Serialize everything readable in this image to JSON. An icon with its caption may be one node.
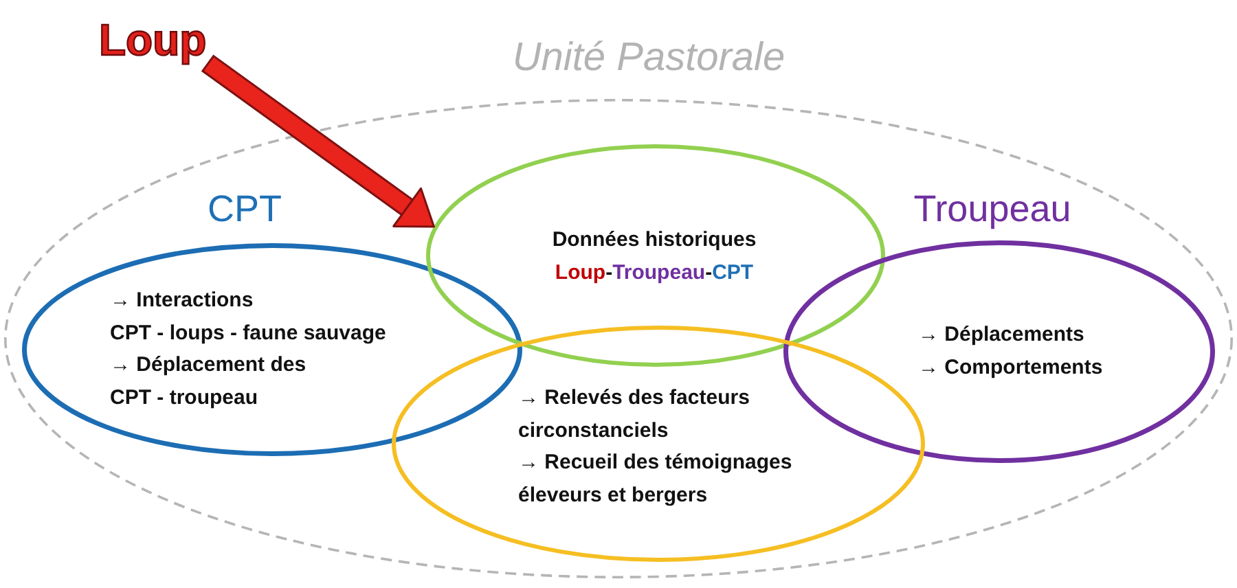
{
  "diagram": {
    "nodes": [
      {
        "text": [
          "Loup"
        ]
      },
      {
        "text": [
          "Unité Pastorale"
        ]
      },
      {
        "text": [
          "CPT",
          "→ Interactions",
          "CPT - loups - faune sauvage",
          "→ Déplacement des",
          "CPT - troupeau"
        ],
        "in": 1
      },
      {
        "text": [
          "Données historiques",
          "Loup-Troupeau-CPT"
        ],
        "in": 1
      },
      {
        "text": [
          "Troupeau",
          "→ Déplacements",
          "→ Comportements"
        ],
        "in": 1
      },
      {
        "text": [
          "→ Relevés des facteurs circonstanciels",
          "→ Recueil des témoignages éleveurs et bergers"
        ],
        "in": 1
      }
    ],
    "edges": [
      {
        "from": 0,
        "to": 3,
        "arrow": "to"
      }
    ]
  }
}
